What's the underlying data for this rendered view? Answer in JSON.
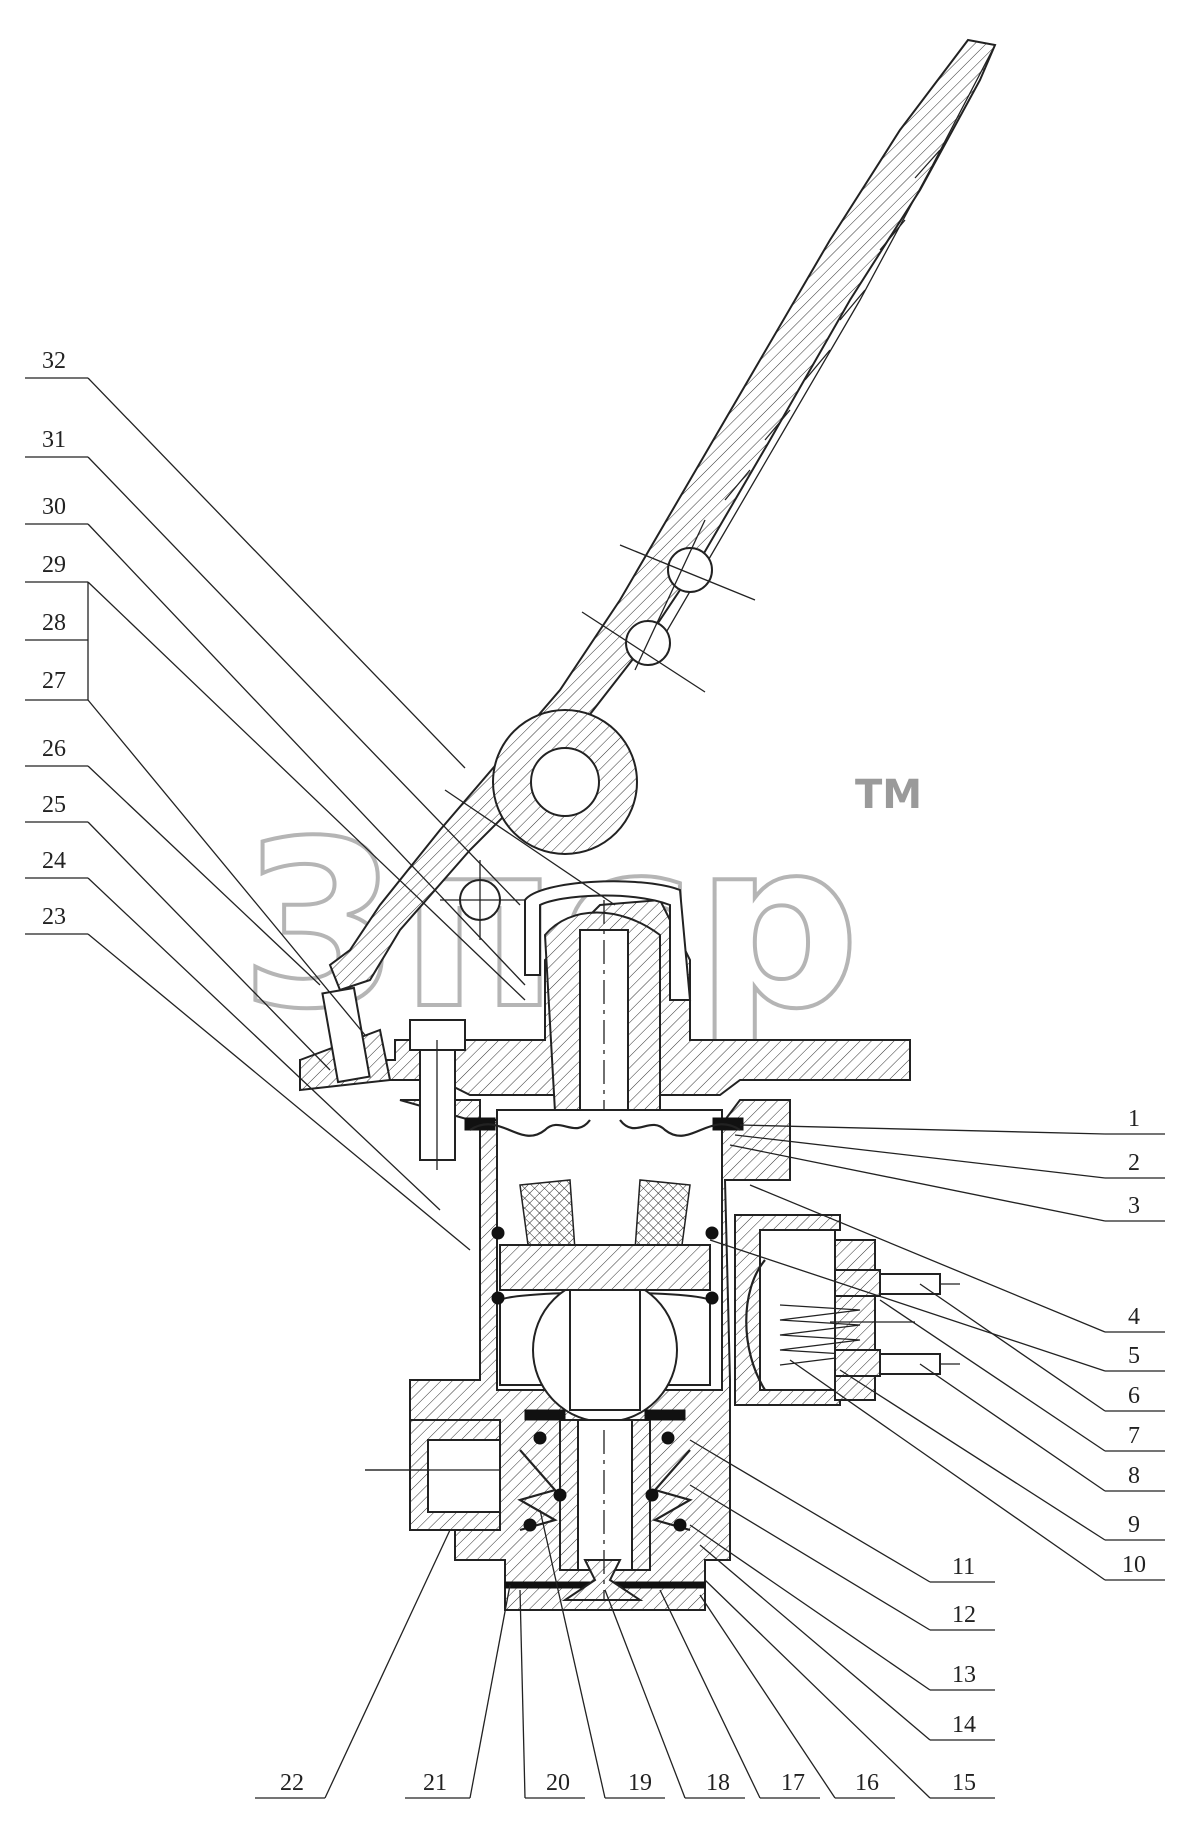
{
  "watermark": {
    "text": "3пср",
    "trademark": "TM"
  },
  "callouts": {
    "right": [
      "1",
      "2",
      "3",
      "4",
      "5",
      "6",
      "7",
      "8",
      "9",
      "10",
      "11",
      "12",
      "13",
      "14",
      "15"
    ],
    "bottom": [
      "22",
      "21",
      "20",
      "19",
      "18",
      "17",
      "16"
    ],
    "left": [
      "32",
      "31",
      "30",
      "29",
      "28",
      "27",
      "26",
      "25",
      "24",
      "23"
    ]
  }
}
